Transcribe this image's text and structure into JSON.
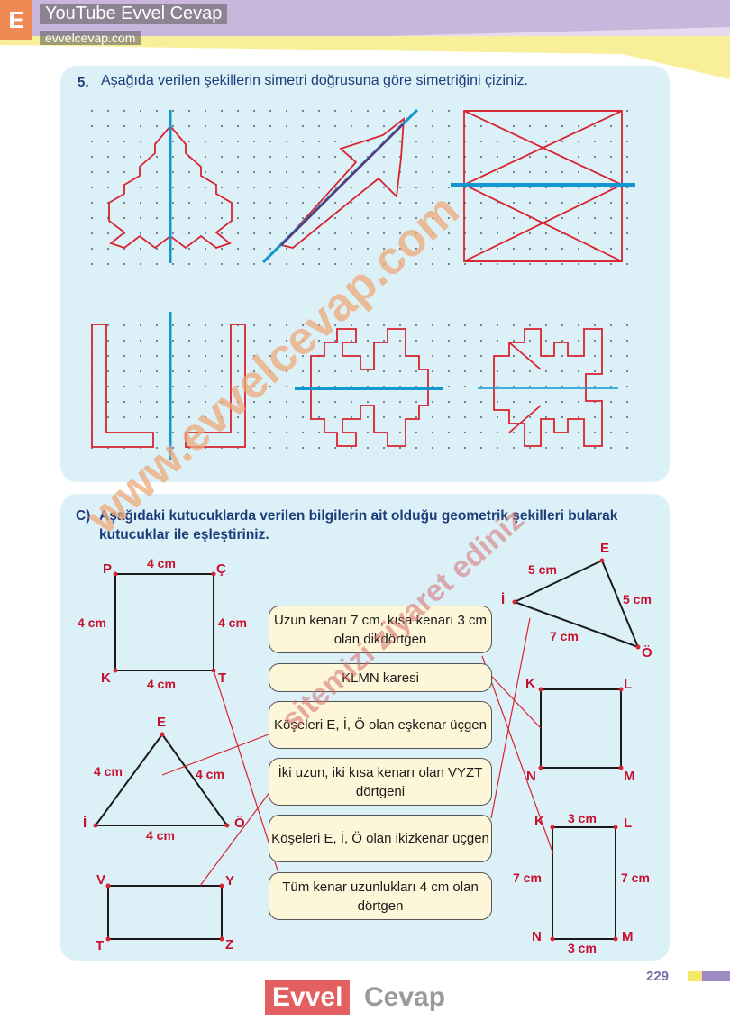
{
  "header": {
    "logo_letter": "E",
    "channel_title": "YouTube Evvel Cevap",
    "site_url": "evvelcevap.com"
  },
  "question5": {
    "number": "5.",
    "text": "Aşağıda verilen şekillerin simetri doğrusuna göre simetriğini çiziniz."
  },
  "sectionC": {
    "label": "C)",
    "text_line1": "Aşağıdaki kutucuklarda verilen bilgilerin ait olduğu geometrik şekilleri bularak",
    "text_line2": "kutucuklar ile eşleştiriniz."
  },
  "square_pckt": {
    "labels": [
      "P",
      "Ç",
      "K",
      "T"
    ],
    "sides": [
      "4 cm",
      "4 cm",
      "4 cm",
      "4 cm"
    ]
  },
  "triangle_equilateral": {
    "labels": [
      "E",
      "İ",
      "Ö"
    ],
    "sides": [
      "4 cm",
      "4 cm",
      "4 cm"
    ]
  },
  "rect_vyzt": {
    "labels": [
      "V",
      "Y",
      "T",
      "Z"
    ]
  },
  "triangle_isosceles": {
    "labels": [
      "E",
      "İ",
      "Ö"
    ],
    "sides": [
      "5 cm",
      "5 cm",
      "7 cm"
    ]
  },
  "square_klmn": {
    "labels": [
      "K",
      "L",
      "N",
      "M"
    ]
  },
  "rect_klmn": {
    "labels": [
      "K",
      "L",
      "N",
      "M"
    ],
    "sides": [
      "3 cm",
      "7 cm",
      "7 cm",
      "3 cm"
    ]
  },
  "boxes": [
    "Uzun kenarı 7 cm, kısa kenarı 3 cm olan dikdörtgen",
    "KLMN karesi",
    "Köşeleri E, İ, Ö olan eşkenar üçgen",
    "İki uzun, iki kısa kenarı olan VYZT dörtgeni",
    "Köşeleri E, İ, Ö olan ikizkenar üçgen",
    "Tüm kenar uzunlukları 4 cm olan dörtgen"
  ],
  "watermarks": {
    "main": "www.evvelcevap.com",
    "secondary": "sitemizi ziyaret ediniz"
  },
  "footer": {
    "page_number": "229",
    "brand_evvel": "Evvel",
    "brand_cevap": "Cevap"
  },
  "colors": {
    "figure_red": "#d9232e",
    "symmetry_blue": "#1297d1",
    "panel_bg": "#dcf0f8",
    "box_bg": "#fdf6d8"
  }
}
